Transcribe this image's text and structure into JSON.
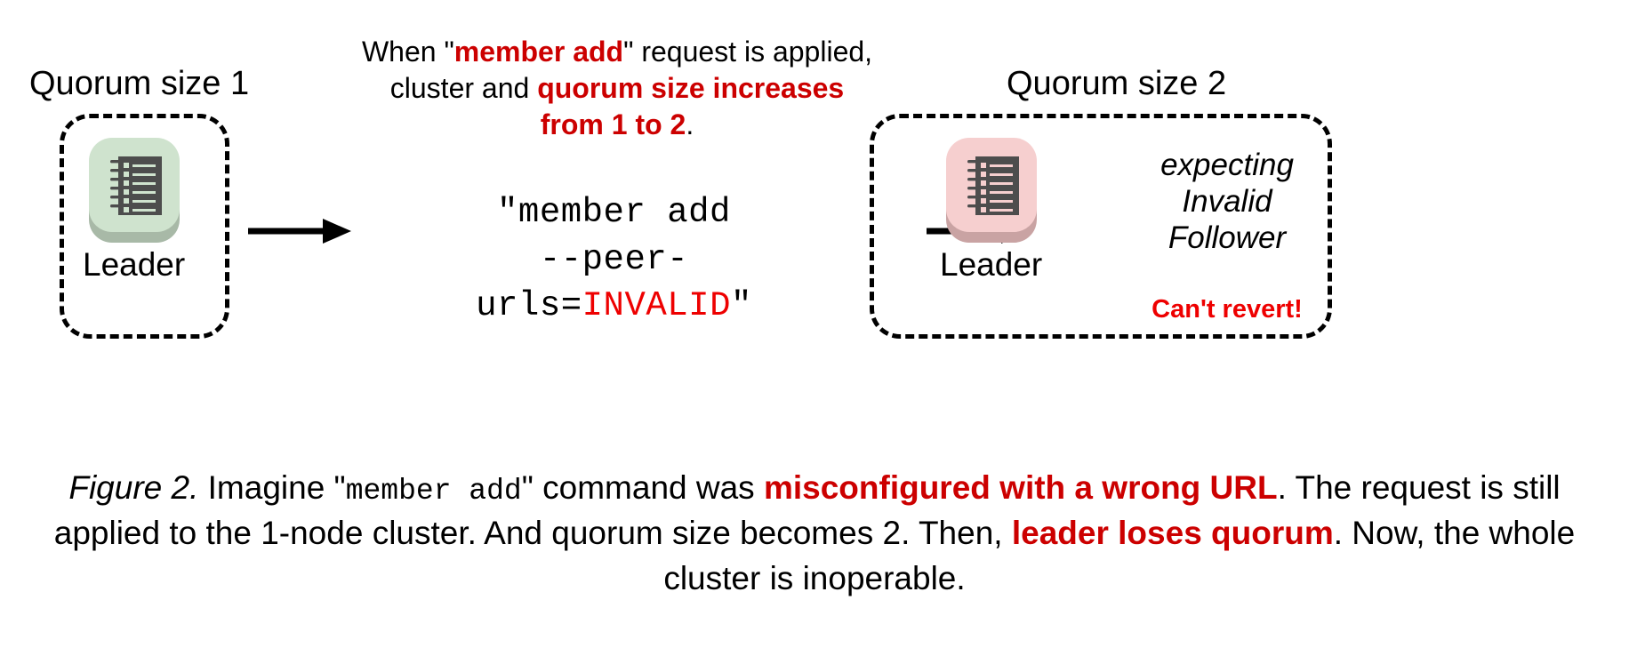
{
  "figure": {
    "top_note": {
      "line1_pre": "When \"",
      "line1_em": "member add",
      "line1_post": "\" request is applied,",
      "line2_pre": "cluster and ",
      "line2_em": "quorum size increases",
      "line3_em": "from 1 to 2",
      "line3_post": "."
    },
    "left_cluster": {
      "title": "Quorum size 1",
      "node_label": "Leader",
      "node_icon": "ledger-icon",
      "node_color": "#cfe3ce"
    },
    "right_cluster": {
      "title": "Quorum size 2",
      "node_label": "Leader",
      "node_icon": "ledger-icon",
      "node_color": "#f6cfcf",
      "status_line1": "expecting",
      "status_line2": "Invalid",
      "status_line3": "Follower",
      "warning": "Can't revert!"
    },
    "command": {
      "line1": "\"member add",
      "line2_pre": "--peer-urls=",
      "line2_em": "INVALID",
      "line2_post": "\""
    },
    "arrows": {
      "left_arrow": "arrow-right-icon",
      "right_arrow": "arrow-right-icon"
    },
    "caption": {
      "label": "Figure 2.",
      "seg1": " Imagine \"",
      "seg2_mono": "member add",
      "seg3": "\" command was ",
      "seg4_em": "misconfigured with a wrong URL",
      "seg5": ". The request is still applied to the 1-node cluster. And quorum size becomes 2. Then, ",
      "seg6_em": "leader loses quorum",
      "seg7": ". Now, the whole cluster is inoperable."
    },
    "colors": {
      "accent_red": "#cc0000",
      "alert_red": "#ee0000",
      "node_green": "#cfe3ce",
      "node_pink": "#f6cfcf",
      "ink": "#000000",
      "background": "#ffffff"
    }
  }
}
